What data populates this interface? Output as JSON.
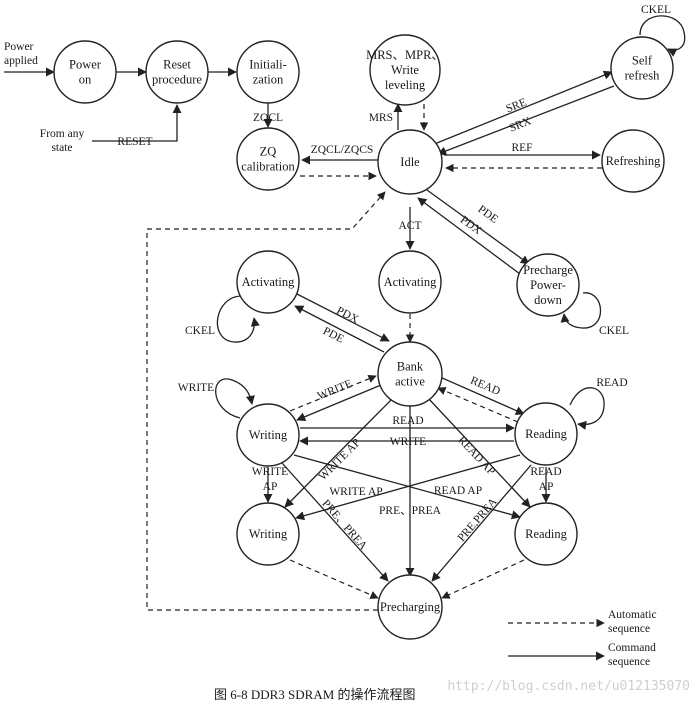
{
  "states": {
    "power_on": [
      "Power",
      "on"
    ],
    "reset_procedure": [
      "Reset",
      "procedure"
    ],
    "initialization": [
      "Initiali-",
      "zation"
    ],
    "mrs": [
      "MRS、MPR、",
      "Write",
      "leveling"
    ],
    "self_refresh": [
      "Self",
      "refresh"
    ],
    "zq_calibration": [
      "ZQ",
      "calibration"
    ],
    "idle": [
      "Idle"
    ],
    "refreshing": [
      "Refreshing"
    ],
    "activating_pd": [
      "Activating"
    ],
    "activating": [
      "Activating"
    ],
    "precharge_pd": [
      "Precharge",
      "Power-",
      "down"
    ],
    "bank_active": [
      "Bank",
      "active"
    ],
    "writing": [
      "Writing"
    ],
    "reading": [
      "Reading"
    ],
    "writing_ap": [
      "Writing"
    ],
    "reading_ap": [
      "Reading"
    ],
    "precharging": [
      "Precharging"
    ]
  },
  "labels": {
    "power_applied": [
      "Power",
      "applied"
    ],
    "from_any_state": [
      "From any",
      "state"
    ],
    "reset": "RESET",
    "zqcl": "ZQCL",
    "zqcl_zqcs": "ZQCL/ZQCS",
    "mrs": "MRS",
    "sre": "SRE",
    "srx": "SRX",
    "ckel_top": "CKEL",
    "ref": "REF",
    "act": "ACT",
    "pde_idle": "PDE",
    "pdx_idle": "PDX",
    "ckel_pd": "CKEL",
    "ckel_act": "CKEL",
    "pdx_act": "PDX",
    "pde_act": "PDE",
    "write_self": "WRITE",
    "read_self": "READ",
    "write_ba": "WRITE",
    "read_ba": "READ",
    "read_cross": "READ",
    "write_cross": "WRITE",
    "write_ap_self": [
      "WRITE",
      "AP"
    ],
    "read_ap_self": [
      "READ",
      "AP"
    ],
    "write_ap_ba": "WRITE AP",
    "read_ap_ba": "READ AP",
    "write_ap_cross": "WRITE AP",
    "read_ap_cross": "READ AP",
    "pre_prea_w": "PRE、PREA",
    "pre_prea_ba": "PRE、PREA",
    "pre_prea_r": "PRE,PREA"
  },
  "legend": {
    "automatic": [
      "Automatic",
      "sequence"
    ],
    "command": [
      "Command",
      "sequence"
    ]
  },
  "caption": "图 6-8   DDR3 SDRAM 的操作流程图",
  "watermark": "http://blog.csdn.net/u012135070"
}
